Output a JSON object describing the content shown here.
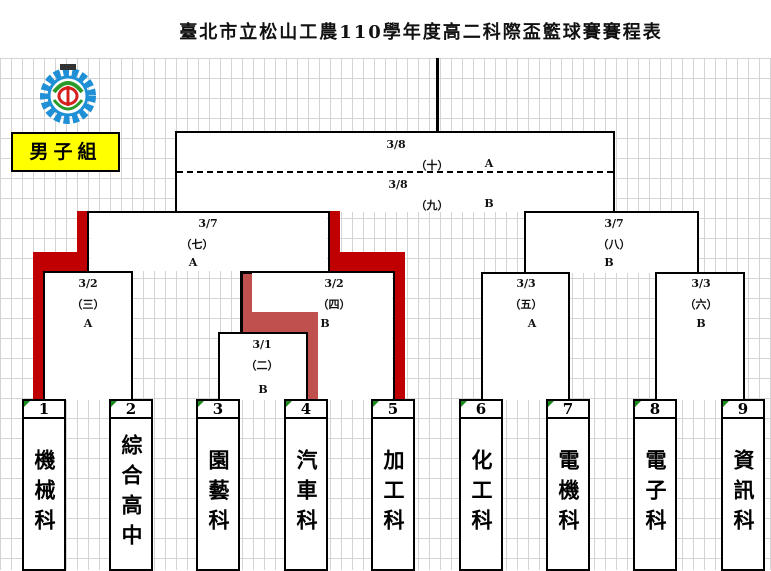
{
  "title": "臺北市立松山工農110學年度高二科際盃籃球賽賽程表",
  "group_label": "男子組",
  "logo": {
    "icon": "school-logo-gear-icon",
    "colors": [
      "#1f8fd6",
      "#2a9a2a",
      "#d62020"
    ]
  },
  "colors": {
    "winner_path": "#c00000",
    "winner_path_light": "#c0504d",
    "label_bg": "#ffff00"
  },
  "matches": {
    "final_a": {
      "date": "3/8",
      "num": "（十）",
      "court": "A"
    },
    "final_b": {
      "date": "3/8",
      "num": "（九）",
      "court": "B"
    },
    "m7": {
      "date": "3/7",
      "num": "（七）",
      "court": "A"
    },
    "m8": {
      "date": "3/7",
      "num": "（八）",
      "court": "B"
    },
    "m3": {
      "date": "3/2",
      "num": "（三）",
      "court": "A"
    },
    "m4": {
      "date": "3/2",
      "num": "（四）",
      "court": "B"
    },
    "m2": {
      "date": "3/1",
      "num": "（二）",
      "court": "B"
    },
    "m5": {
      "date": "3/3",
      "num": "（五）",
      "court": "A"
    },
    "m6": {
      "date": "3/3",
      "num": "（六）",
      "court": "B"
    }
  },
  "teams": [
    {
      "num": "1",
      "name": "機械科"
    },
    {
      "num": "2",
      "name": "綜合高中"
    },
    {
      "num": "3",
      "name": "園藝科"
    },
    {
      "num": "4",
      "name": "汽車科"
    },
    {
      "num": "5",
      "name": "加工科"
    },
    {
      "num": "6",
      "name": "化工科"
    },
    {
      "num": "7",
      "name": "電機科"
    },
    {
      "num": "8",
      "name": "電子科"
    },
    {
      "num": "9",
      "name": "資訊科"
    }
  ]
}
